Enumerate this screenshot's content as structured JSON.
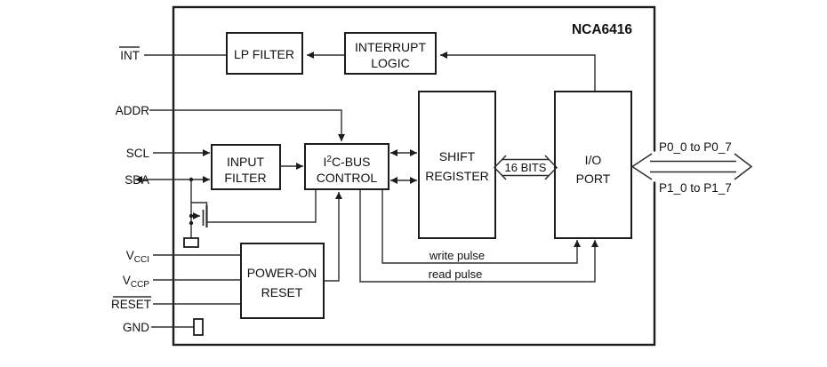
{
  "title": "NCA6416",
  "blocks": {
    "lp_filter": {
      "label": "LP FILTER"
    },
    "interrupt_logic": {
      "line1": "INTERRUPT",
      "line2": "LOGIC"
    },
    "input_filter": {
      "line1": "INPUT",
      "line2": "FILTER"
    },
    "i2c_bus_control": {
      "line1_pre": "I",
      "line1_sup": "2",
      "line1_post": "C-BUS",
      "line2": "CONTROL"
    },
    "shift_register": {
      "line1": "SHIFT",
      "line2": "REGISTER"
    },
    "io_port": {
      "line1": "I/O",
      "line2": "PORT"
    },
    "power_on_reset": {
      "line1": "POWER-ON",
      "line2": "RESET"
    }
  },
  "pins": {
    "int": {
      "label": "INT"
    },
    "addr": {
      "label": "ADDR"
    },
    "scl": {
      "label": "SCL"
    },
    "sda": {
      "label": "SDA"
    },
    "vcci": {
      "main": "V",
      "sub": "CCI"
    },
    "vccp": {
      "main": "V",
      "sub": "CCP"
    },
    "reset": {
      "label": "RESET"
    },
    "gnd": {
      "label": "GND"
    }
  },
  "bus": {
    "label": "16 BITS"
  },
  "ports": {
    "p0": "P0_0 to P0_7",
    "p1": "P1_0 to P1_7"
  },
  "signals": {
    "write_pulse": "write pulse",
    "read_pulse": "read pulse"
  },
  "colors": {
    "line": "#2e2e2e",
    "block_border": "#1c1c1c",
    "text": "#111111",
    "background": "#ffffff"
  }
}
